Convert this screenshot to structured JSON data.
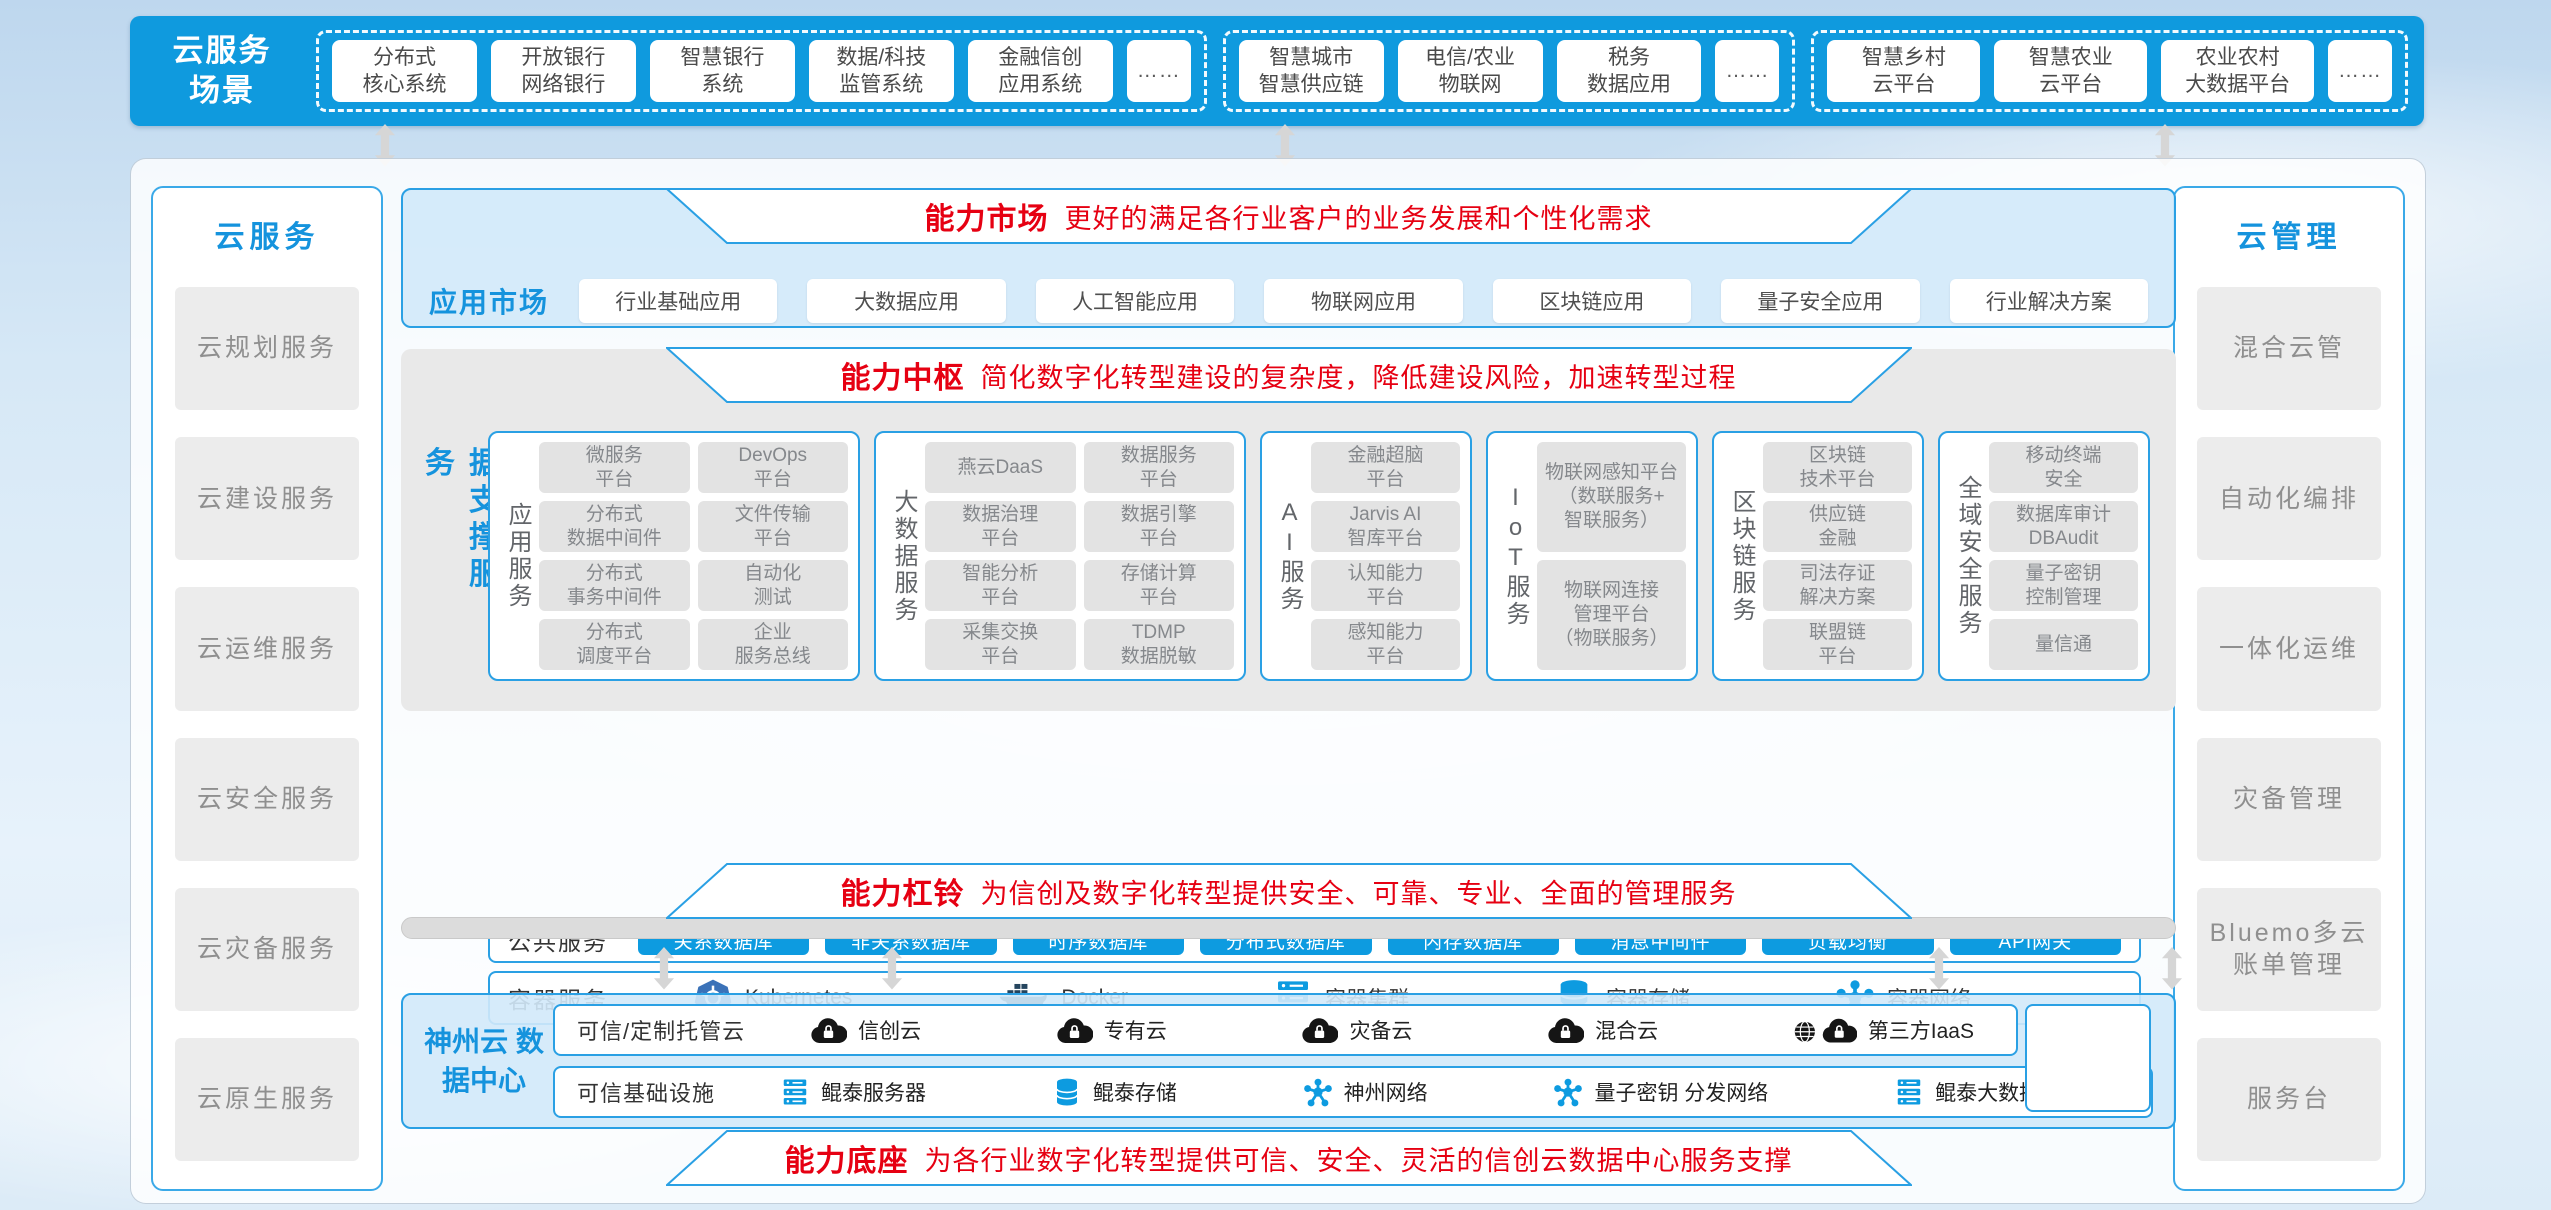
{
  "colors": {
    "azure": "#0f9ade",
    "banner_red": "#e60012",
    "title_blue": "#1593dd",
    "panel_border_blue": "#2aa0e4"
  },
  "scenarios": {
    "label": "云服务\n场景",
    "groups": [
      {
        "items": [
          "分布式\n核心系统",
          "开放银行\n网络银行",
          "智慧银行\n系统",
          "数据/科技\n监管系统",
          "金融信创\n应用系统",
          "……"
        ]
      },
      {
        "items": [
          "智慧城市\n智慧供应链",
          "电信/农业\n物联网",
          "税务\n数据应用",
          "……"
        ]
      },
      {
        "items": [
          "智慧乡村\n云平台",
          "智慧农业\n云平台",
          "农业农村\n大数据平台",
          "……"
        ]
      }
    ]
  },
  "cloud_services": {
    "title": "云服务",
    "items": [
      "云规划服务",
      "云建设服务",
      "云运维服务",
      "云安全服务",
      "云灾备服务",
      "云原生服务"
    ]
  },
  "cloud_management": {
    "title": "云管理",
    "items": [
      "混合云管",
      "自动化编排",
      "一体化运维",
      "灾备管理",
      "Bluemo多云\n账单管理",
      "服务台"
    ]
  },
  "market": {
    "banner_title": "能力市场",
    "banner_desc": "更好的满足各行业客户的业务发展和个性化需求",
    "label": "应用市场",
    "items": [
      "行业基础应用",
      "大数据应用",
      "人工智能应用",
      "物联网应用",
      "区块链应用",
      "量子安全应用",
      "行业解决方案"
    ]
  },
  "hub": {
    "banner_title": "能力中枢",
    "banner_desc": "简化数字化转型建设的复杂度，降低建设风险，加速转型过程",
    "side_label": "应用&数据支撑服务",
    "groups": [
      {
        "label": "应用服务",
        "cols": 2,
        "items": [
          "微服务\n平台",
          "DevOps\n平台",
          "分布式\n数据中间件",
          "文件传输\n平台",
          "分布式\n事务中间件",
          "自动化\n测试",
          "分布式\n调度平台",
          "企业\n服务总线"
        ]
      },
      {
        "label": "大数据服务",
        "cols": 2,
        "items": [
          "燕云DaaS",
          "数据服务\n平台",
          "数据治理\n平台",
          "数据引擎\n平台",
          "智能分析\n平台",
          "存储计算\n平台",
          "采集交换\n平台",
          "TDMP\n数据脱敏"
        ]
      },
      {
        "label": "AI服务",
        "cols": 1,
        "items": [
          "金融超脑\n平台",
          "Jarvis AI\n智库平台",
          "认知能力\n平台",
          "感知能力\n平台"
        ]
      },
      {
        "label": "IoT服务",
        "cols": 1,
        "items": [
          "物联网感知平台\n（数联服务+\n智联服务）",
          "物联网连接\n管理平台\n（物联服务）"
        ]
      },
      {
        "label": "区块链服务",
        "cols": 1,
        "items": [
          "区块链\n技术平台",
          "供应链\n金融",
          "司法存证\n解决方案",
          "联盟链\n平台"
        ]
      },
      {
        "label": "全域安全服务",
        "cols": 1,
        "items": [
          "移动终端\n安全",
          "数据库审计\nDBAudit",
          "量子密钥\n控制管理",
          "量信通"
        ]
      }
    ]
  },
  "common_services": {
    "label": "公共服务",
    "items": [
      "关系数据库",
      "非关系数据库",
      "时序数据库",
      "分布式数据库",
      "内存数据库",
      "消息中间件",
      "负载均衡",
      "API网关"
    ]
  },
  "container_services": {
    "label": "容器服务",
    "items": [
      {
        "icon": "kubernetes-icon",
        "label": "Kubernetes"
      },
      {
        "icon": "docker-icon",
        "label": "Docker"
      },
      {
        "icon": "server-icon",
        "label": "容器集群"
      },
      {
        "icon": "storage-icon",
        "label": "容器存储"
      },
      {
        "icon": "network-icon",
        "label": "容器网络"
      }
    ]
  },
  "barbell": {
    "banner_title": "能力杠铃",
    "banner_desc": "为信创及数字化转型提供安全、可靠、专业、全面的管理服务"
  },
  "datacenter": {
    "title": "神州云\n数据中心",
    "rows": [
      {
        "label": "可信/定制托管云",
        "items": [
          {
            "icon": "cloud-lock-icon",
            "label": "信创云"
          },
          {
            "icon": "cloud-lock-icon",
            "label": "专有云"
          },
          {
            "icon": "cloud-lock-icon",
            "label": "灾备云"
          },
          {
            "icon": "cloud-lock-icon",
            "label": "混合云"
          },
          {
            "icon": "globe-cloud-lock-icon",
            "label": "第三方IaaS"
          }
        ]
      },
      {
        "label": "可信基础设施",
        "items": [
          {
            "icon": "server-icon",
            "label": "鲲泰服务器"
          },
          {
            "icon": "storage-icon",
            "label": "鲲泰存储"
          },
          {
            "icon": "network-icon",
            "label": "神州网络"
          },
          {
            "icon": "network-icon",
            "label": "量子密钥 分发网络"
          },
          {
            "icon": "server-icon",
            "label": "鲲泰大数据 一体机"
          }
        ]
      }
    ]
  },
  "base": {
    "banner_title": "能力底座",
    "banner_desc": "为各行业数字化转型提供可信、安全、灵活的信创云数据中心服务支撑"
  }
}
